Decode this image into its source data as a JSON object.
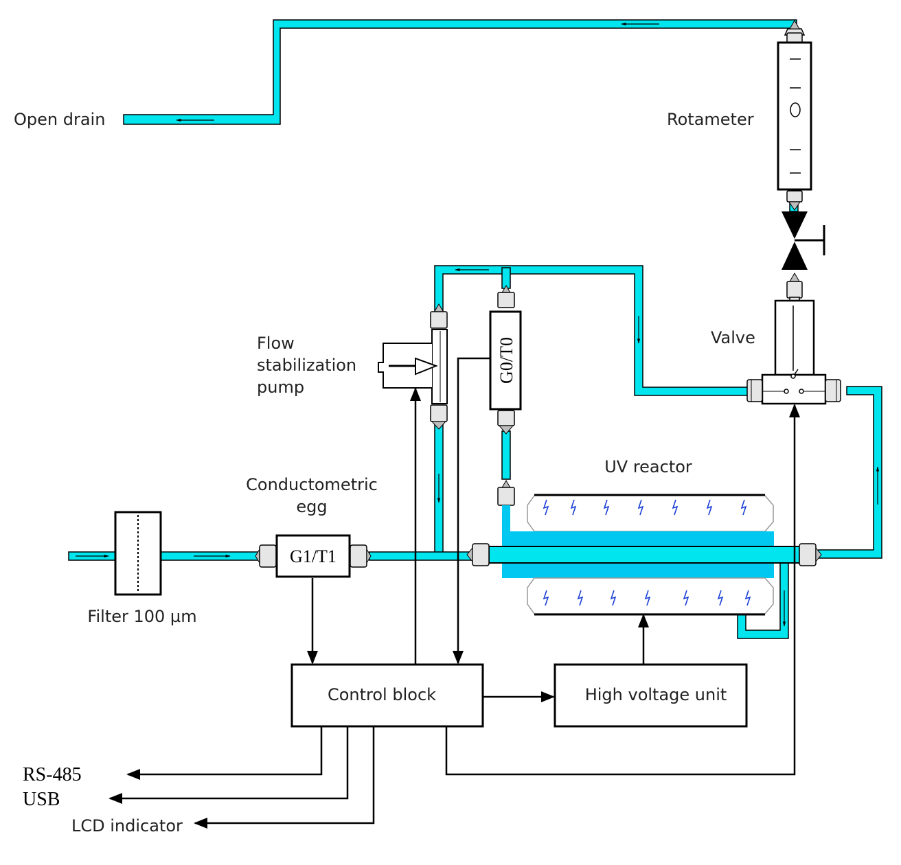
{
  "labels": {
    "open_drain": "Open drain",
    "rotameter": "Rotameter",
    "valve": "Valve",
    "flow_pump_1": "Flow",
    "flow_pump_2": "stabilization",
    "flow_pump_3": "pump",
    "g0t0": "G0/T0",
    "uv_reactor": "UV reactor",
    "conductometric_1": "Conductometric",
    "conductometric_2": "egg",
    "g1t1": "G1/T1",
    "filter": "Filter 100 µm",
    "control_block": "Control block",
    "high_voltage": "High voltage unit",
    "rs485": "RS-485",
    "usb": "USB",
    "lcd": "LCD indicator"
  },
  "colors": {
    "water": "#00e5ee",
    "reactor_fill": "#00c8f0",
    "lamp_spark": "#1a3fd6",
    "line": "#000000"
  }
}
